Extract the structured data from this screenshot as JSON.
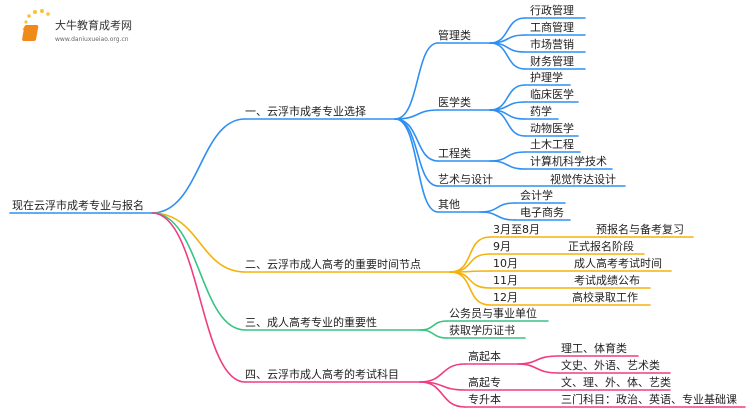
{
  "logo": {
    "title": "大牛教育成考网",
    "url": "www.daniuxueiao.org.cn"
  },
  "root": "现在云浮市成考专业与报名",
  "colors": {
    "branch1": "#2e8ff2",
    "branch2": "#f5b20a",
    "branch3": "#36c483",
    "branch4": "#f03c80"
  },
  "b1": {
    "label": "一、云浮市成考专业选择",
    "groups": [
      {
        "label": "管理类",
        "items": [
          "行政管理",
          "工商管理",
          "市场营销",
          "财务管理"
        ]
      },
      {
        "label": "医学类",
        "items": [
          "护理学",
          "临床医学",
          "药学",
          "动物医学"
        ]
      },
      {
        "label": "工程类",
        "items": [
          "土木工程",
          "计算机科学技术"
        ]
      },
      {
        "label": "艺术与设计",
        "items": [
          "视觉传达设计"
        ]
      },
      {
        "label": "其他",
        "items": [
          "会计学",
          "电子商务"
        ]
      }
    ]
  },
  "b2": {
    "label": "二、云浮市成人高考的重要时间节点",
    "items": [
      {
        "time": "3月至8月",
        "event": "预报名与备考复习"
      },
      {
        "time": "9月",
        "event": "正式报名阶段"
      },
      {
        "time": "10月",
        "event": "成人高考考试时间"
      },
      {
        "time": "11月",
        "event": "考试成绩公布"
      },
      {
        "time": "12月",
        "event": "高校录取工作"
      }
    ]
  },
  "b3": {
    "label": "三、成人高考专业的重要性",
    "items": [
      "公务员与事业单位",
      "获取学历证书"
    ]
  },
  "b4": {
    "label": "四、云浮市成人高考的考试科目",
    "groups": [
      {
        "label": "高起本",
        "items": [
          "理工、体育类",
          "文史、外语、艺术类"
        ]
      },
      {
        "label": "高起专",
        "items": [
          "文、理、外、体、艺类"
        ]
      },
      {
        "label": "专升本",
        "items": [
          "三门科目：政治、英语、专业基础课"
        ]
      }
    ]
  }
}
